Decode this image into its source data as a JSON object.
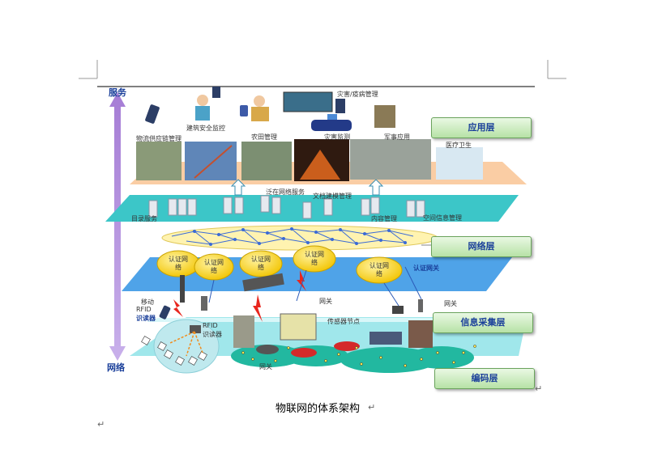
{
  "axis": {
    "top": "服务",
    "bottom": "网络"
  },
  "layers": {
    "application": "应用层",
    "network": "网络层",
    "collection": "信息采集层",
    "coding": "编码层"
  },
  "apps": {
    "disaster_mgmt": "灾害/疫病管理",
    "building_monitor": "建筑安全监控",
    "agriculture": "农田管理",
    "disaster_monitor": "灾害监测",
    "military": "军事应用",
    "supply_chain": "物流供应链管理",
    "medical": "医疗卫生"
  },
  "services": {
    "ubiquitous_net": "泛在网络服务",
    "doc_mgmt": "文档建模管理",
    "directory": "目录服务",
    "content_mgmt": "内容管理",
    "spatial_info": "空间信息管理"
  },
  "clouds": {
    "auth_net": "认证网络",
    "auth_gateway": "认证网关"
  },
  "collection": {
    "mobile_rfid_l1": "移动",
    "mobile_rfid_l2": "RFID",
    "mobile_rfid_l3": "识读器",
    "rfid_reader_l1": "RFID",
    "rfid_reader_l2": "识读器",
    "gateway_a": "网关",
    "gateway_b": "网关",
    "gateway_c": "网关",
    "sensor_node": "传感器节点"
  },
  "caption": "物联网的体系架构",
  "colors": {
    "orange_plane": "#f9c89a",
    "teal_plane": "#3cc6c8",
    "blue_plane": "#4fa3e8",
    "cyan_plane": "#7fe0e6",
    "arrow": "#b48ed6",
    "label_text": "#1a3f9a"
  }
}
